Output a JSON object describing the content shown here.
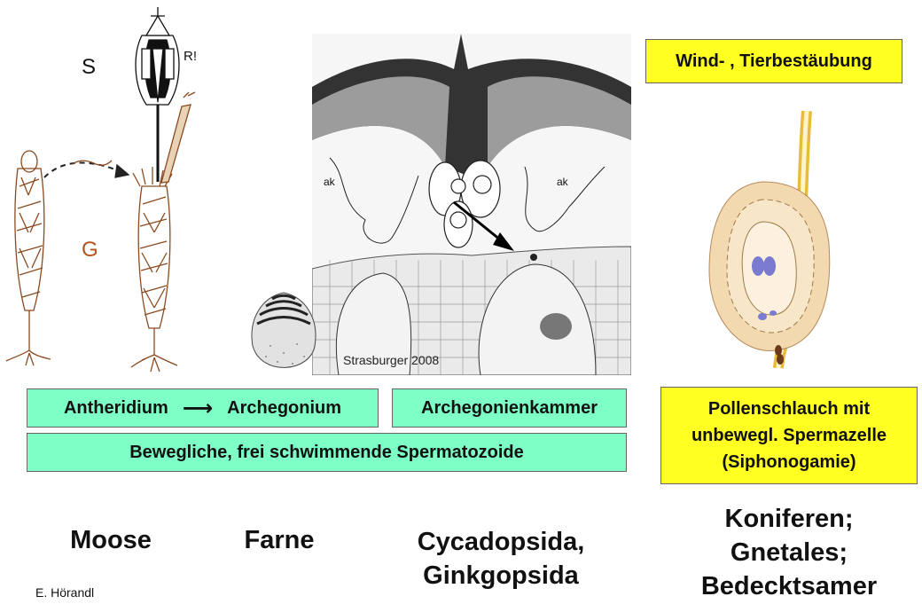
{
  "moss_labels": {
    "s": "S",
    "r": "R!",
    "g": "G"
  },
  "fern_section": {
    "credit": "Strasburger 2008",
    "label_left": "ak",
    "label_right": "ak"
  },
  "boxes": {
    "antheridium": "Antheridium",
    "archegonium": "Archegonium",
    "archegonienkammer": "Archegonienkammer",
    "spermatozoide": "Bewegliche, frei schwimmende Spermatozoide",
    "wind": "Wind- , Tierbestäubung",
    "pollen_line1": "Pollenschlauch mit",
    "pollen_line2": "unbewegl. Spermazelle",
    "pollen_line3": "(Siphonogamie)"
  },
  "groups": {
    "moose": "Moose",
    "farne": "Farne",
    "cycad_line1": "Cycadopsida,",
    "cycad_line2": "Ginkgopsida",
    "conif_line1": "Koniferen;",
    "conif_line2": "Gnetales;",
    "conif_line3": "Bedecktsamer"
  },
  "author": "E. Hörandl",
  "colors": {
    "green_box": "#7dffc6",
    "yellow_box": "#ffff22",
    "letter_g": "#b5541c"
  }
}
